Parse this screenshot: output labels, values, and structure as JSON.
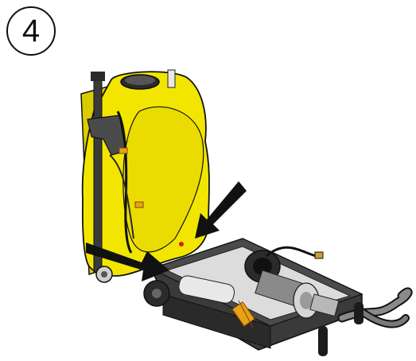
{
  "step": {
    "number": "4"
  },
  "illustration": {
    "subject": "yellow-machine-on-tilted-frame",
    "colors": {
      "housing": "#f2e600",
      "housing_shade": "#d9cc00",
      "frame": "#3a3a3a",
      "frame_dark": "#1c1c1c",
      "pointer": "#111111",
      "fitting": "#e8a21a"
    },
    "icons": [
      "pointer-arrow-left",
      "pointer-arrow-top",
      "wheel",
      "motor-assembly",
      "hose",
      "valve-handle"
    ]
  }
}
